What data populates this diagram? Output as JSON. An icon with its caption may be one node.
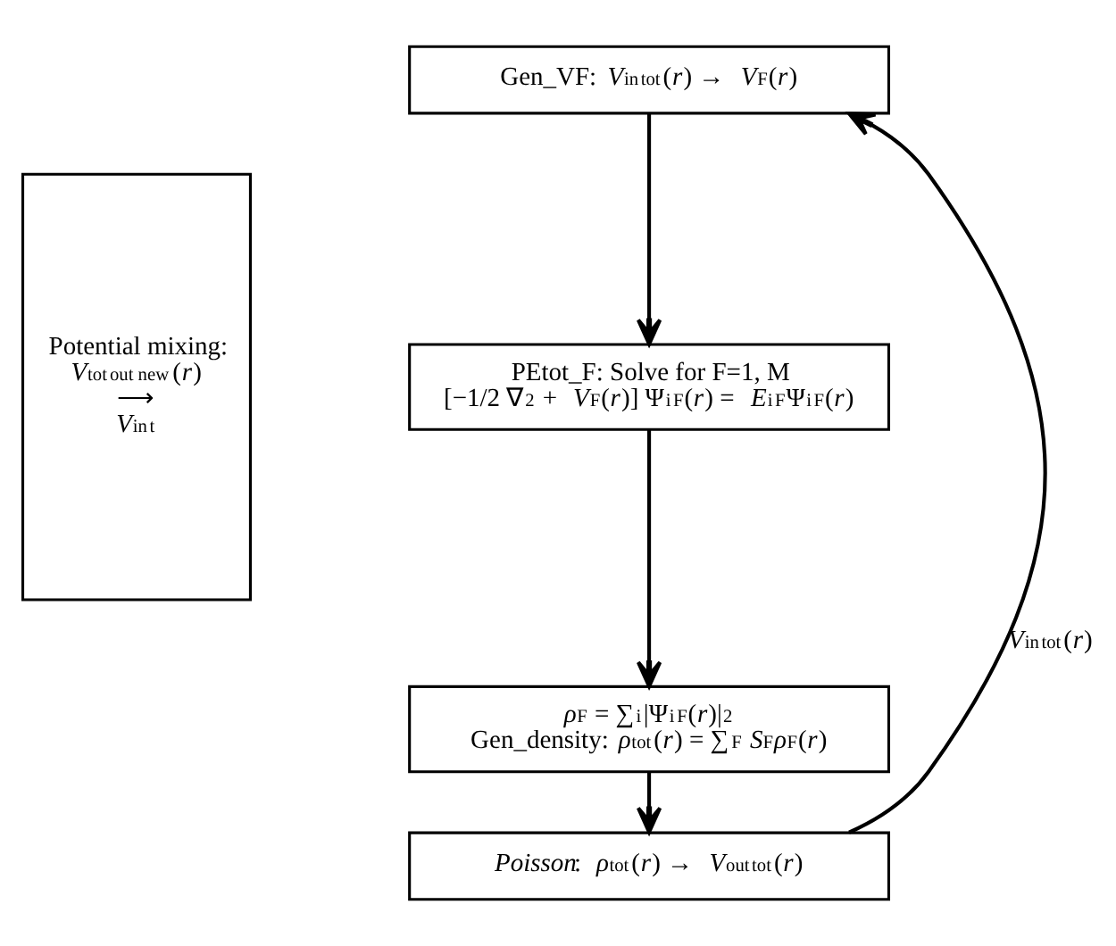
{
  "diagram": {
    "nodes": [
      {
        "text": [
          "Potential mixing: *V*$^{tot}$$_{out new}$(*r*) ⟶ *V*$_{in}$$^{t}$"
        ]
      },
      {
        "text": [
          "Gen_VF: *V*$_{in}$$^{tot}$(*r*) → *V*$_{F}$(*r*)"
        ]
      },
      {
        "text": [
          "PEtot_F: Solve for F=1, M",
          "[−1/2 ∇$^{2}$ + *V*$_{F}$(*r*)] Ψ$_{i}$$^{F}$(*r*) = *E*$_{i}$$^{F}$Ψ$_{i}$$^{F}$(*r*)"
        ]
      },
      {
        "text": [
          "*ρ*$_{F}$ = ∑$_{i}$|Ψ$_{i}$$^{F}$(*r*)|$^{2}$",
          "Gen_density: *ρ*$_{tot}$(*r*) = ∑$_{F}$ *S*$_{F}$*ρ*$_{F}$(*r*)"
        ]
      },
      {
        "text": [
          "*Poisson*: *ρ*$_{tot}$(*r*) → *V*$_{out}$$^{tot}$(*r*)"
        ]
      }
    ],
    "edges": [
      {
        "from": 1,
        "to": 2,
        "arrow": "to"
      },
      {
        "from": 2,
        "to": 3,
        "arrow": "to"
      },
      {
        "from": 3,
        "to": 4,
        "arrow": "to"
      },
      {
        "from": 4,
        "to": 1,
        "arrow": "to",
        "label": "*V*$_{in}$$^{tot}$(*r*)"
      }
    ]
  }
}
